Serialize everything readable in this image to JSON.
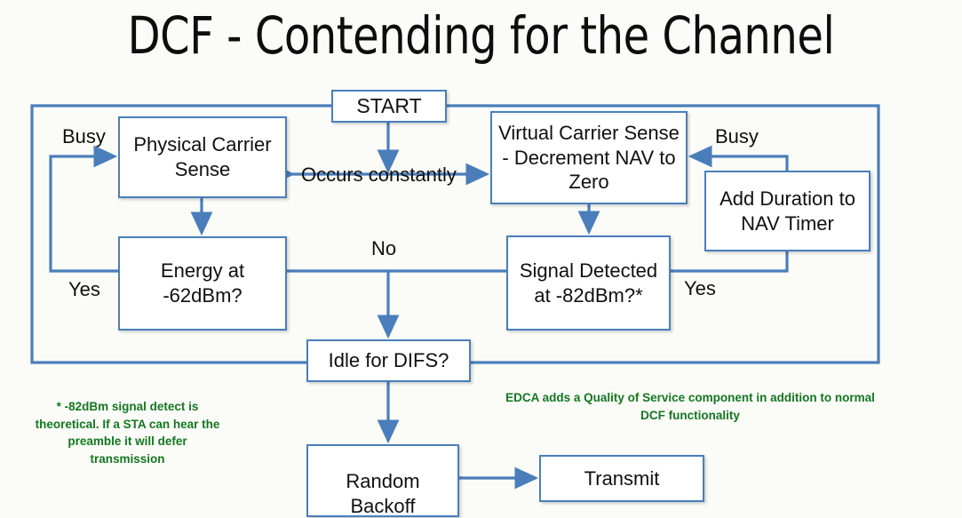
{
  "title": "DCF - Contending for the Channel",
  "colors": {
    "line": "#4A7EBB",
    "note": "#12771f",
    "box_bg": "#ffffff",
    "page_bg": "#fbfcf8"
  },
  "nodes": {
    "start": "START",
    "physical_carrier_sense": "Physical Carrier Sense",
    "virtual_carrier_sense": "Virtual Carrier Sense - Decrement NAV to Zero",
    "add_duration": "Add Duration to NAV Timer",
    "energy": "Energy at -62dBm?",
    "signal_detected": "Signal Detected at -82dBm?*",
    "idle_difs": "Idle for DIFS?",
    "random_backoff": "Random Backoff",
    "transmit": "Transmit"
  },
  "edge_labels": {
    "busy_left": "Busy",
    "busy_right": "Busy",
    "occurs_constantly": "Occurs constantly",
    "yes_left": "Yes",
    "yes_right": "Yes",
    "no_middle": "No"
  },
  "notes": {
    "footnote": "* -82dBm signal detect is theoretical. If a STA can hear the preamble it will defer transmission",
    "edca": "EDCA adds a Quality of Service component in addition to normal DCF functionality"
  }
}
